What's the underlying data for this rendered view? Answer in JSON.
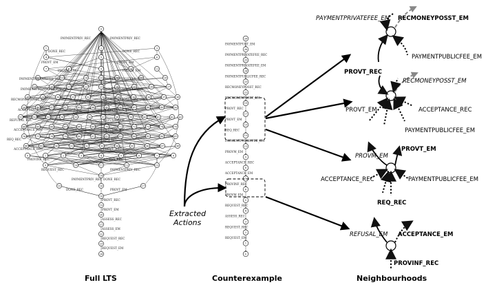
{
  "captions": {
    "full_lts": "Full LTS",
    "counterexample": "Counterexample",
    "neighbourhoods": "Neighbourhoods"
  },
  "extracted": {
    "line1": "Extracted",
    "line2": "Actions"
  },
  "lts": {
    "labels": [
      "PAYMENTPRIV_REC",
      "PAYMENTPRIV_REC",
      "DONE_REC",
      "DONE_REC",
      "PROVT_EM",
      "PROVT_EM",
      "PROVM_EM",
      "PROVM_EM",
      "PAYMENTPRIVATEFEE_REC",
      "PAYMENTPUBLICFEE_REC",
      "PAYMENTPRIVATEFEE_EM",
      "PAYMENTPUBLICFEE_EM",
      "RECMONEYPOSST_REC",
      "RECMONEYPOSST_EM",
      "ACCEPTANCE_REC",
      "ACCEPTANCE_EM",
      "REFUSAL_REC",
      "REFUSAL_EM",
      "ACCEPTANCE_REC",
      "REFUSAL_EM",
      "REQ_REC",
      "REQ_REC",
      "ACCEPTANCE_REC",
      "PROVT_REC",
      "PROVINF_REC",
      "ASSESS_REC",
      "REQUEST_REC"
    ],
    "chain_labels": [
      "PROVT_REC",
      "PROVT_EM",
      "ASSESS_REC",
      "ASSESS_EM",
      "REQUEST_REC",
      "REQUEST_EM"
    ],
    "chain_numbers": [
      "88",
      "87",
      "86",
      "85",
      "84",
      "83",
      "82"
    ]
  },
  "counterexample": {
    "numbers": [
      "28",
      "26",
      "25",
      "24",
      "23",
      "22",
      "19",
      "17",
      "15",
      "13",
      "11",
      "9",
      "8",
      "7",
      "6",
      "5",
      "4",
      "3",
      "2",
      "1",
      "0"
    ],
    "labels": [
      "PAYMENTPUBT_EM",
      "PAYMENTPRIVATEFEE_REC",
      "PAYMENTPRIVATEFEE_EM",
      "PAYMENTPUBLICFEE_REC",
      "RECMONEYPOSST_REC",
      "RECMONEYPOSST_EM",
      "PROVT_REC",
      "PROVT_EM",
      "REQ_REC",
      "PAYMENTPUBLICFEE_EM",
      "PROVM_EM",
      "ACCEPTANCE_REC",
      "ACCEPTANCE_EM",
      "PROVINF_REC",
      "PROVM_EM",
      "REQUEST_REC",
      "ASSESS_REC",
      "REQUEST_REC",
      "REQUEST_EM"
    ]
  },
  "neighbourhoods": {
    "n1": {
      "in_top": "PAYMENTPRIVATEFEE_EM",
      "out_top": "RECMONEYPOSST_EM",
      "in_right": "PAYMENTPUBLICFEE_EM",
      "out_left": "PROVT_REC"
    },
    "n2": {
      "out_top": "RECMONEYPOSST_EM",
      "out_left": "PROVT_EM",
      "in_r1": "ACCEPTANCE_REC",
      "in_r2": "PAYMENTPUBLICFEE_EM"
    },
    "n3": {
      "out_left": "PROVM_EM",
      "out_right": "PROVT_EM",
      "in_left": "ACCEPTANCE_REC",
      "in_right": "PAYMENTPUBLICFEE_EM",
      "in_bottom": "REQ_REC"
    },
    "n4": {
      "out_left": "REFUSAL_EM",
      "out_right": "ACCEPTANCE_EM",
      "in_bottom": "PROVINF_REC"
    }
  }
}
